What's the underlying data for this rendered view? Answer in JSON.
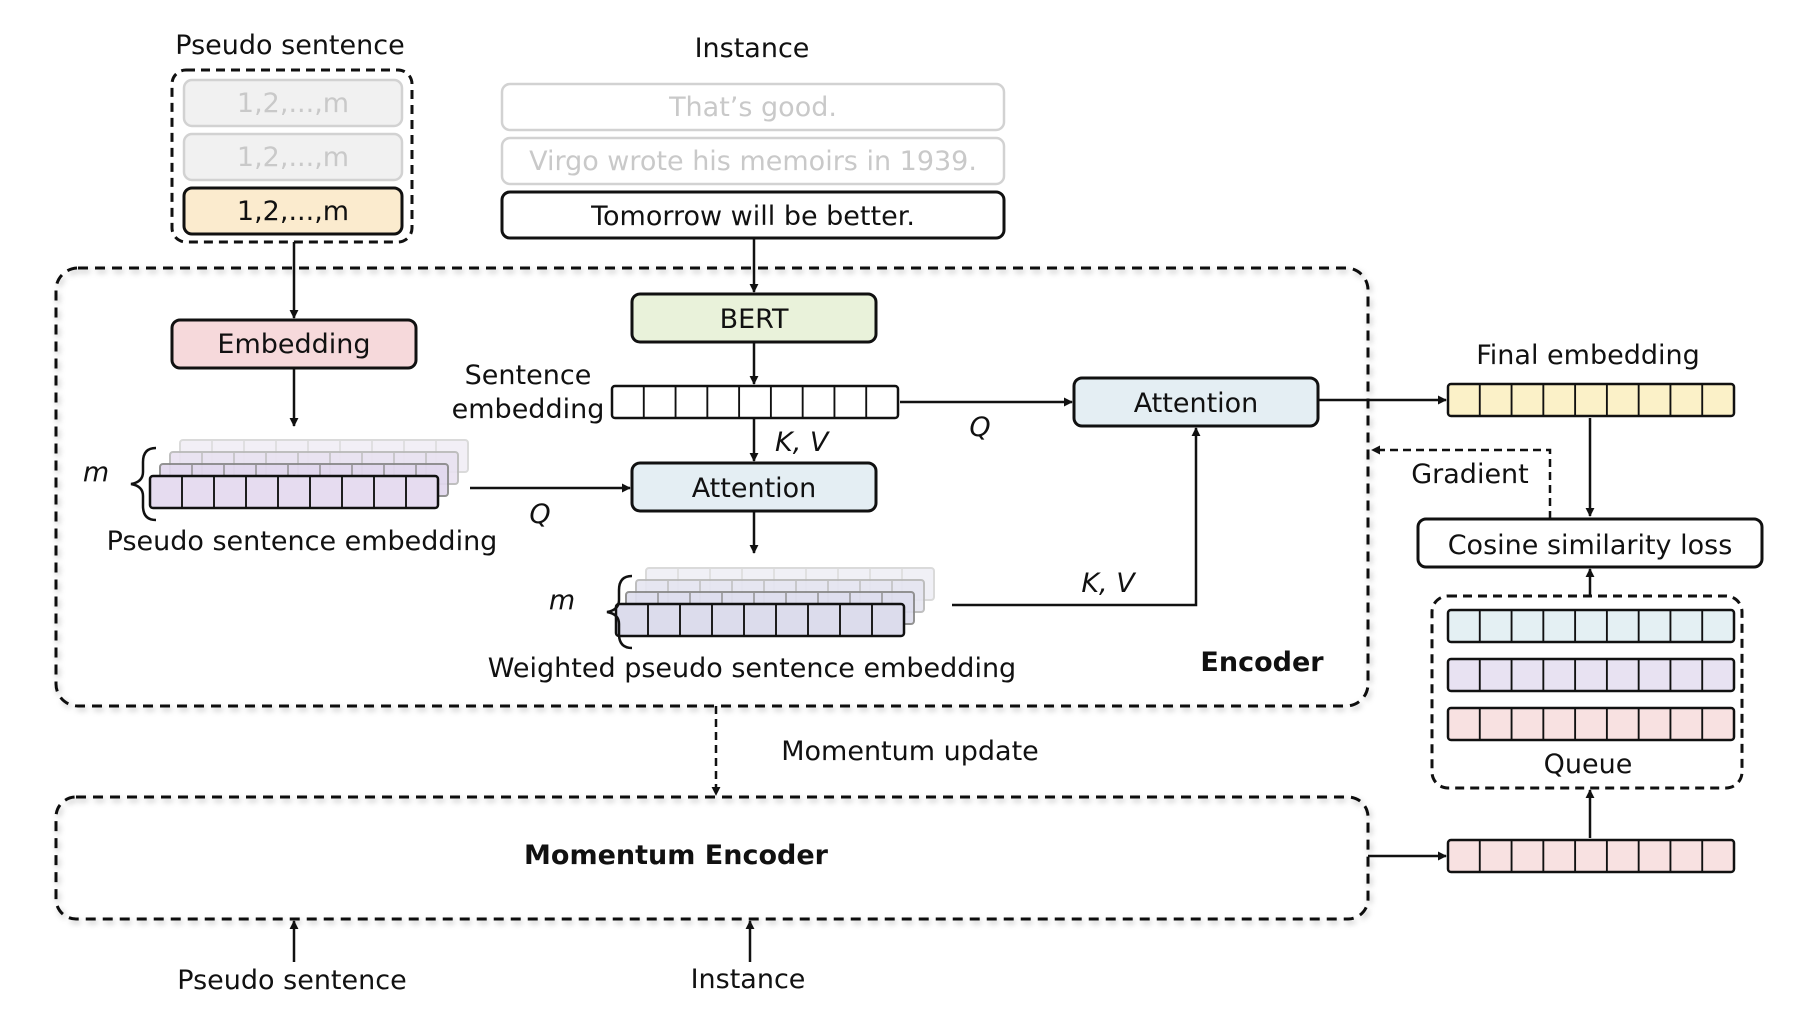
{
  "pseudo_sentence": {
    "title": "Pseudo sentence",
    "items": [
      "1,2,...,m",
      "1,2,...,m",
      "1,2,...,m"
    ]
  },
  "instance": {
    "title": "Instance",
    "items": [
      "That’s good.",
      "Virgo wrote his memoirs in 1939.",
      "Tomorrow will be better."
    ]
  },
  "encoder": {
    "label": "Encoder",
    "embedding": "Embedding",
    "bert": "BERT",
    "attention_1": "Attention",
    "attention_2": "Attention",
    "sentence_embedding_line1": "Sentence",
    "sentence_embedding_line2": "embedding",
    "pseudo_sentence_embedding": "Pseudo sentence embedding",
    "weighted_pseudo_sentence_embedding": "Weighted pseudo sentence embedding",
    "m_1": "m",
    "m_2": "m",
    "q_1": "Q",
    "q_2": "Q",
    "kv_1": "K, V",
    "kv_2": "K, V"
  },
  "right_panel": {
    "final_embedding": "Final embedding",
    "gradient": "Gradient",
    "cosine_similarity_loss": "Cosine similarity loss",
    "queue": "Queue"
  },
  "momentum": {
    "update": "Momentum update",
    "encoder": "Momentum Encoder",
    "input_pseudo": "Pseudo sentence",
    "input_instance": "Instance"
  },
  "colors": {
    "pseudo_active": "#fbebce",
    "faded_fill": "#f1f1f1",
    "faded_stroke": "#d2d2d2",
    "embedding": "#f6d9db",
    "bert": "#e9f2da",
    "attention": "#e4eef3",
    "pseudo_cells": "#e6dcf0",
    "weighted_cells": "#dcdcec",
    "final_cells": "#fbf1c8",
    "queue_blue": "#e4f0f3",
    "queue_purple": "#e8e2f2",
    "queue_pink": "#f8e1e1",
    "momentum_cells": "#f8e1e1"
  }
}
